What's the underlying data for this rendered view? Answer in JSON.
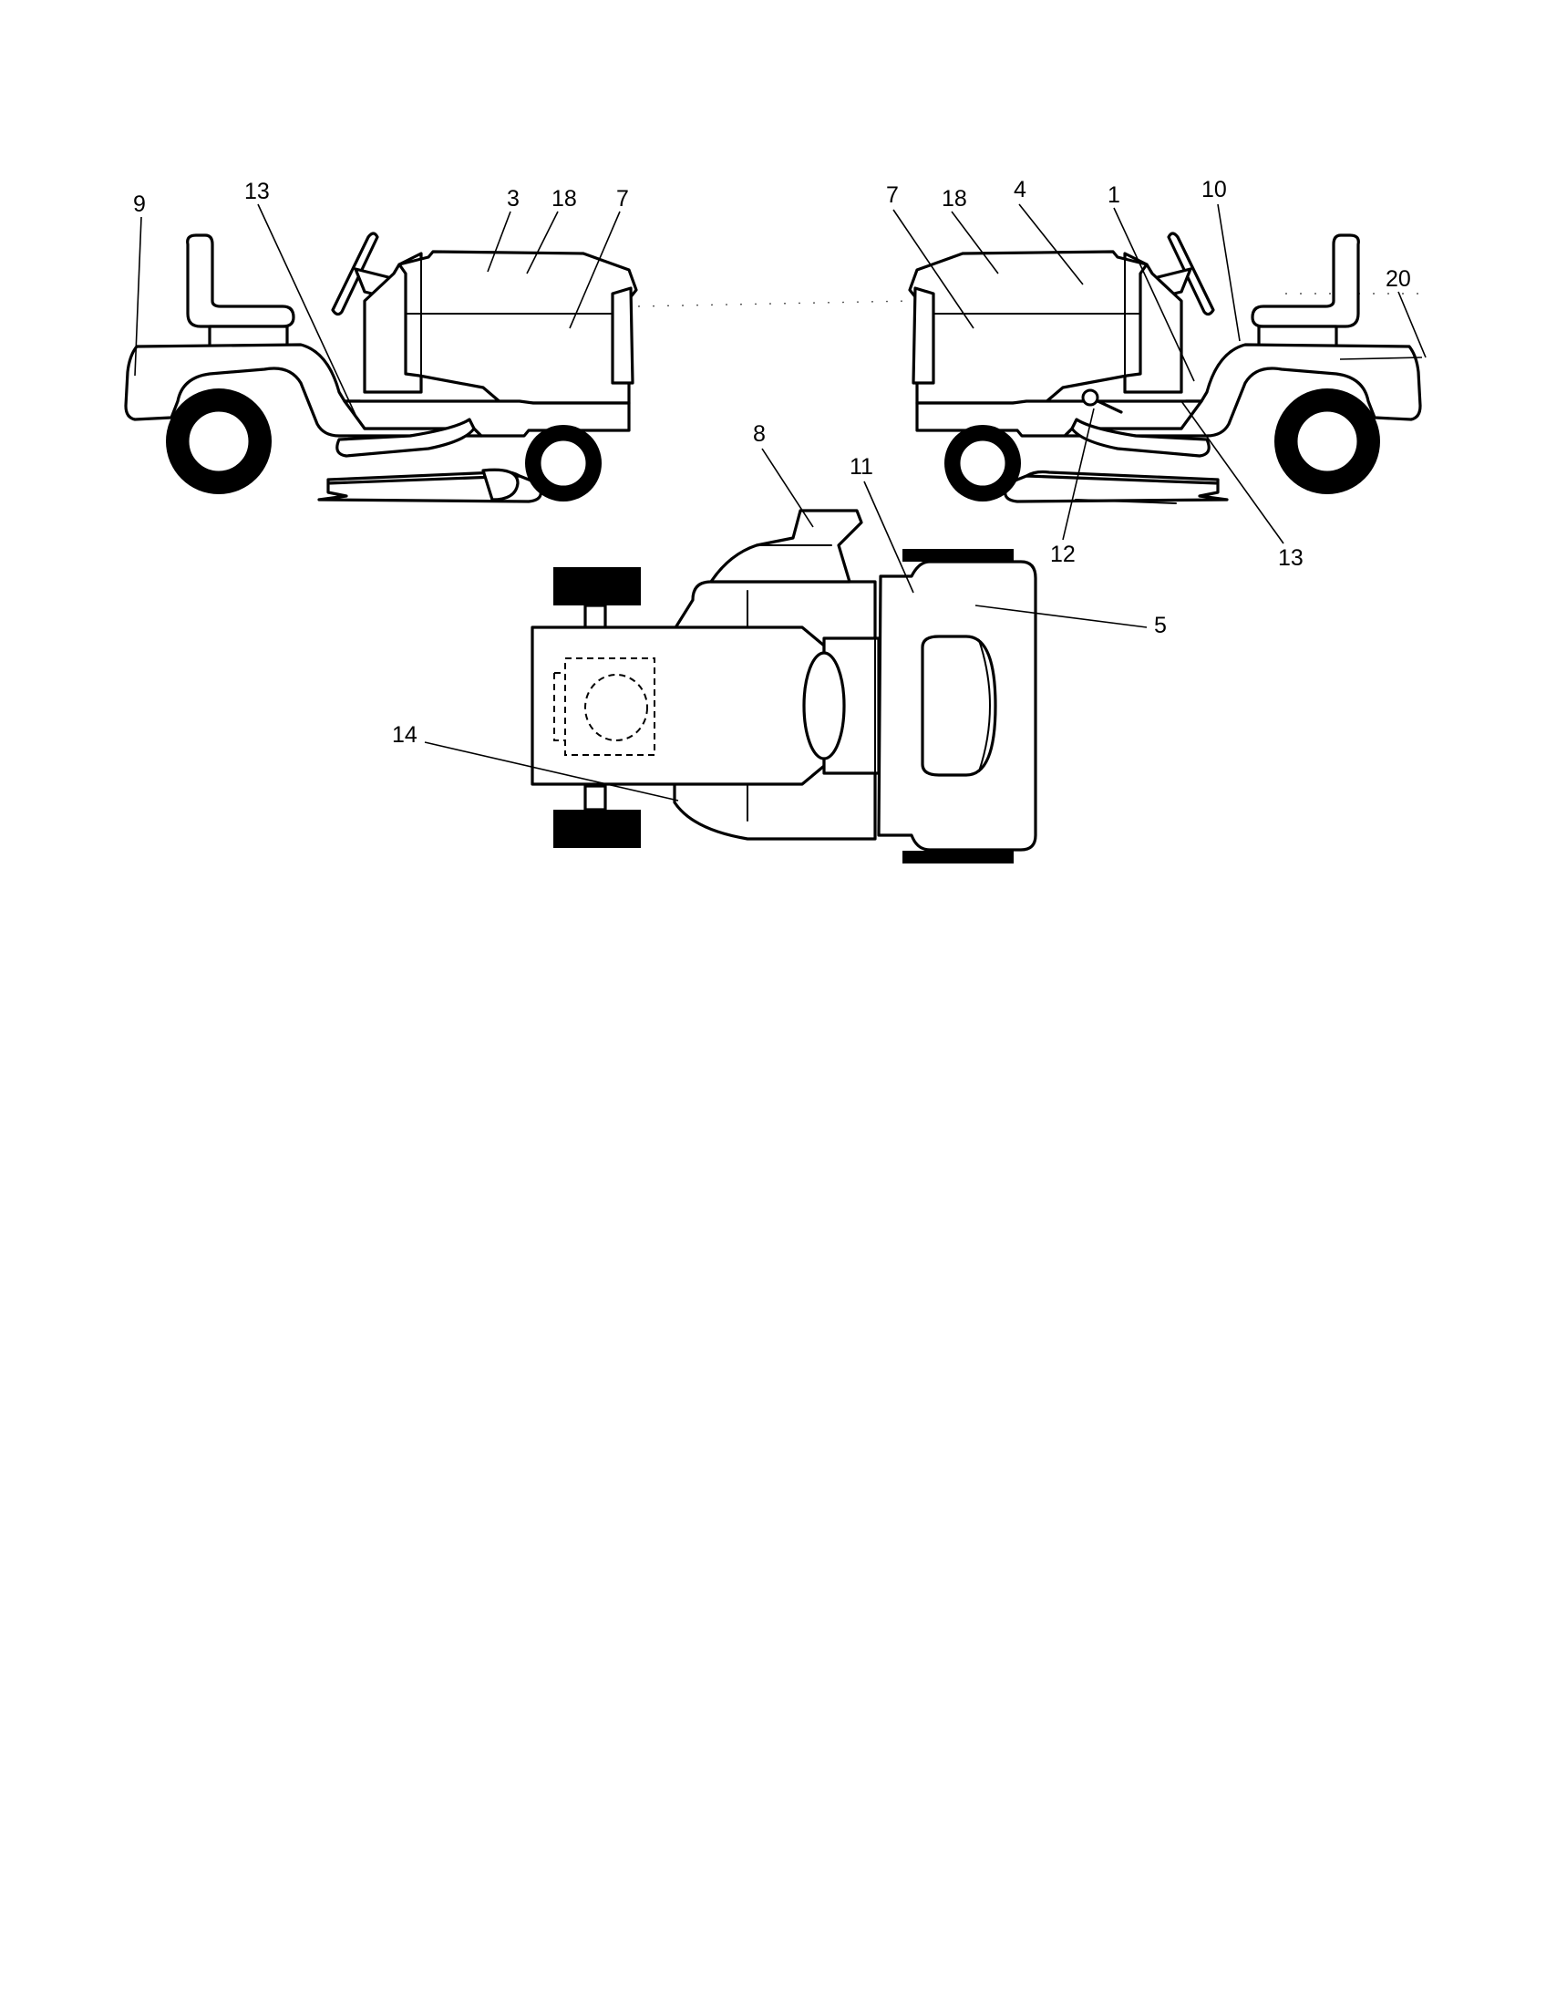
{
  "callouts": {
    "left_view": {
      "c9": "9",
      "c13": "13",
      "c3": "3",
      "c18": "18",
      "c7": "7"
    },
    "right_view": {
      "c7": "7",
      "c18": "18",
      "c4": "4",
      "c1": "1",
      "c10": "10",
      "c20": "20",
      "c12": "12",
      "c13": "13"
    },
    "top_view": {
      "c8": "8",
      "c11": "11",
      "c5": "5",
      "c14": "14"
    }
  },
  "colors": {
    "line": "#000000",
    "background": "#ffffff"
  }
}
